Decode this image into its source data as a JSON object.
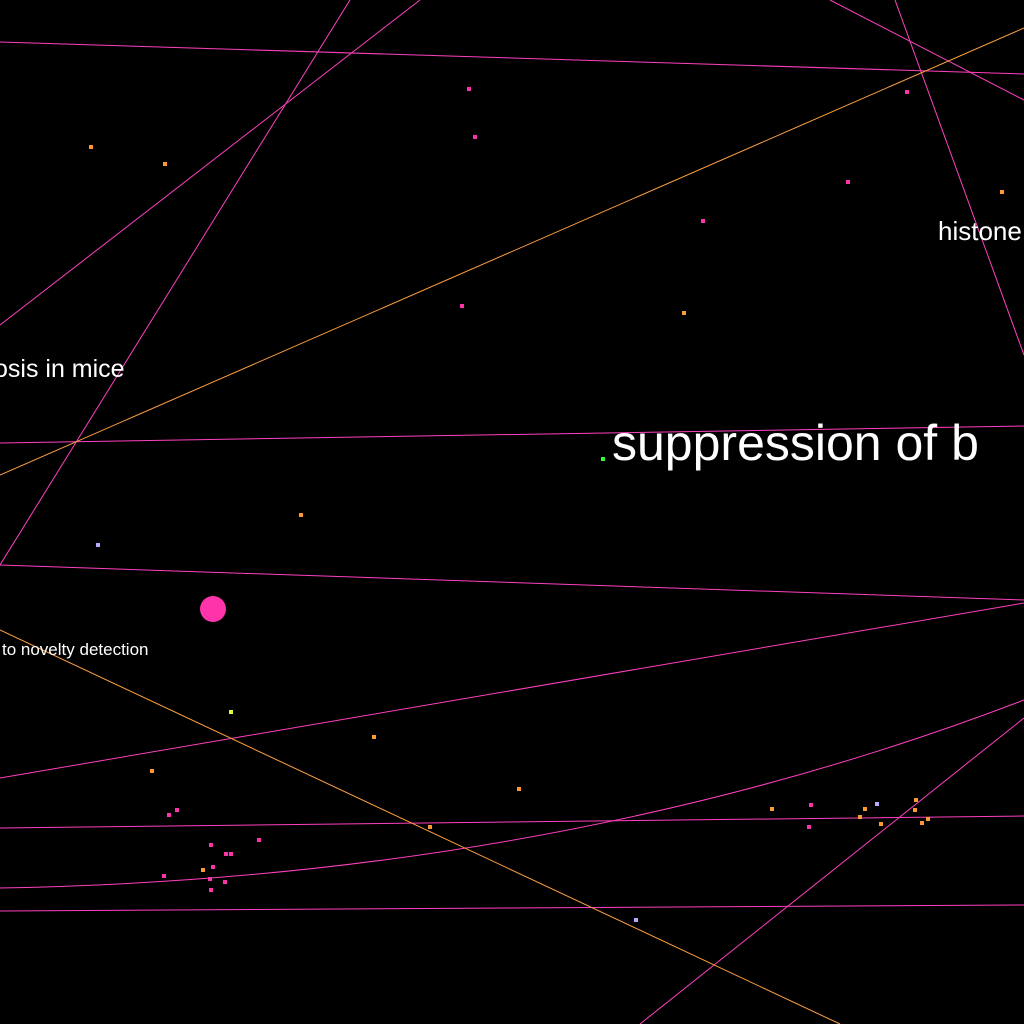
{
  "colors": {
    "background": "#000000",
    "edge_pink": "#ff40c0",
    "edge_orange": "#ffa040",
    "node_pink": "#ff33aa",
    "node_orange": "#ff9933",
    "node_lavender": "#b8a8ff",
    "node_green": "#33ff33",
    "node_yellow": "#ddff33",
    "label_text": "#ffffff"
  },
  "labels": {
    "histone": "histone",
    "mice": "osis in mice",
    "suppression": "suppression of b",
    "novelty": "to novelty detection"
  }
}
